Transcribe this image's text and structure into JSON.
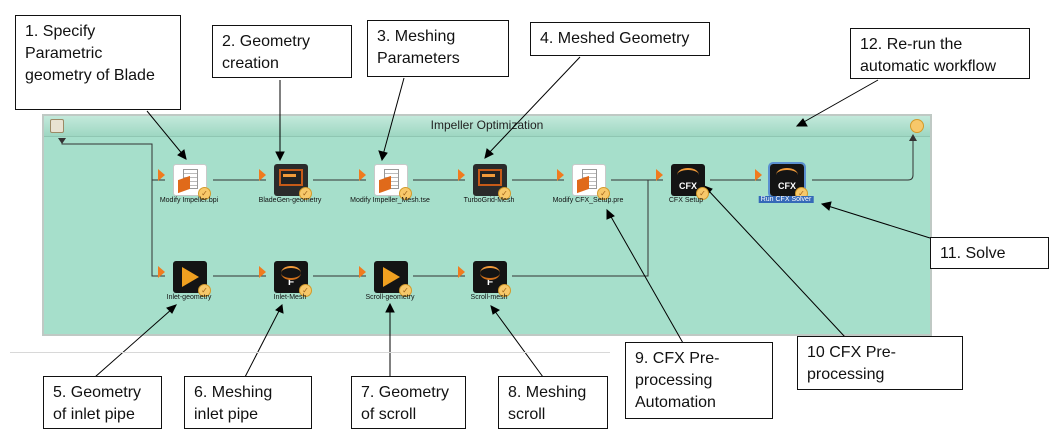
{
  "panel": {
    "title": "Impeller Optimization"
  },
  "nodes": [
    {
      "id": "modify-impeller",
      "label": "Modify Impeller.bpi",
      "icon": "document-edit-icon"
    },
    {
      "id": "bladegen-geometry",
      "label": "BladeGen-geometry",
      "icon": "bladegen-icon"
    },
    {
      "id": "modify-impeller-mesh",
      "label": "Modify Impeller_Mesh.tse",
      "icon": "document-edit-icon"
    },
    {
      "id": "turbogrid-mesh",
      "label": "TurboGrid-Mesh",
      "icon": "turbogrid-icon"
    },
    {
      "id": "modify-cfx-setup",
      "label": "Modify CFX_Setup.pre",
      "icon": "document-edit-icon"
    },
    {
      "id": "cfx-setup",
      "label": "CFX Setup",
      "icon": "cfx-icon"
    },
    {
      "id": "run-cfx-solver",
      "label": "Run CFX Solver",
      "icon": "cfx-solver-icon"
    },
    {
      "id": "inlet-geometry",
      "label": "Inlet-geometry",
      "icon": "geometry-play-icon"
    },
    {
      "id": "inlet-mesh",
      "label": "Inlet-Mesh",
      "icon": "mesh-icon"
    },
    {
      "id": "scroll-geometry",
      "label": "Scroll-geometry",
      "icon": "geometry-play-icon"
    },
    {
      "id": "scroll-mesh",
      "label": "Scroll-mesh",
      "icon": "mesh-icon"
    }
  ],
  "callouts": [
    {
      "id": "c1",
      "text": "1. Specify\nParametric\ngeometry of Blade"
    },
    {
      "id": "c2",
      "text": "2. Geometry\ncreation"
    },
    {
      "id": "c3",
      "text": "3. Meshing\nParameters"
    },
    {
      "id": "c4",
      "text": "4. Meshed Geometry"
    },
    {
      "id": "c12",
      "text": "12. Re-run the\nautomatic workflow"
    },
    {
      "id": "c11",
      "text": "11. Solve"
    },
    {
      "id": "c5",
      "text": "5. Geometry\nof inlet pipe"
    },
    {
      "id": "c6",
      "text": "6. Meshing\ninlet pipe"
    },
    {
      "id": "c7",
      "text": "7. Geometry\nof scroll"
    },
    {
      "id": "c8",
      "text": "8. Meshing\nscroll"
    },
    {
      "id": "c9",
      "text": "9. CFX Pre-\nprocessing\nAutomation"
    },
    {
      "id": "c10",
      "text": "10 CFX Pre-\nprocessing"
    }
  ],
  "colors": {
    "panel_bg": "#a6dfcb",
    "accent_orange": "#f07b1e",
    "selection_blue": "#3569b8"
  }
}
